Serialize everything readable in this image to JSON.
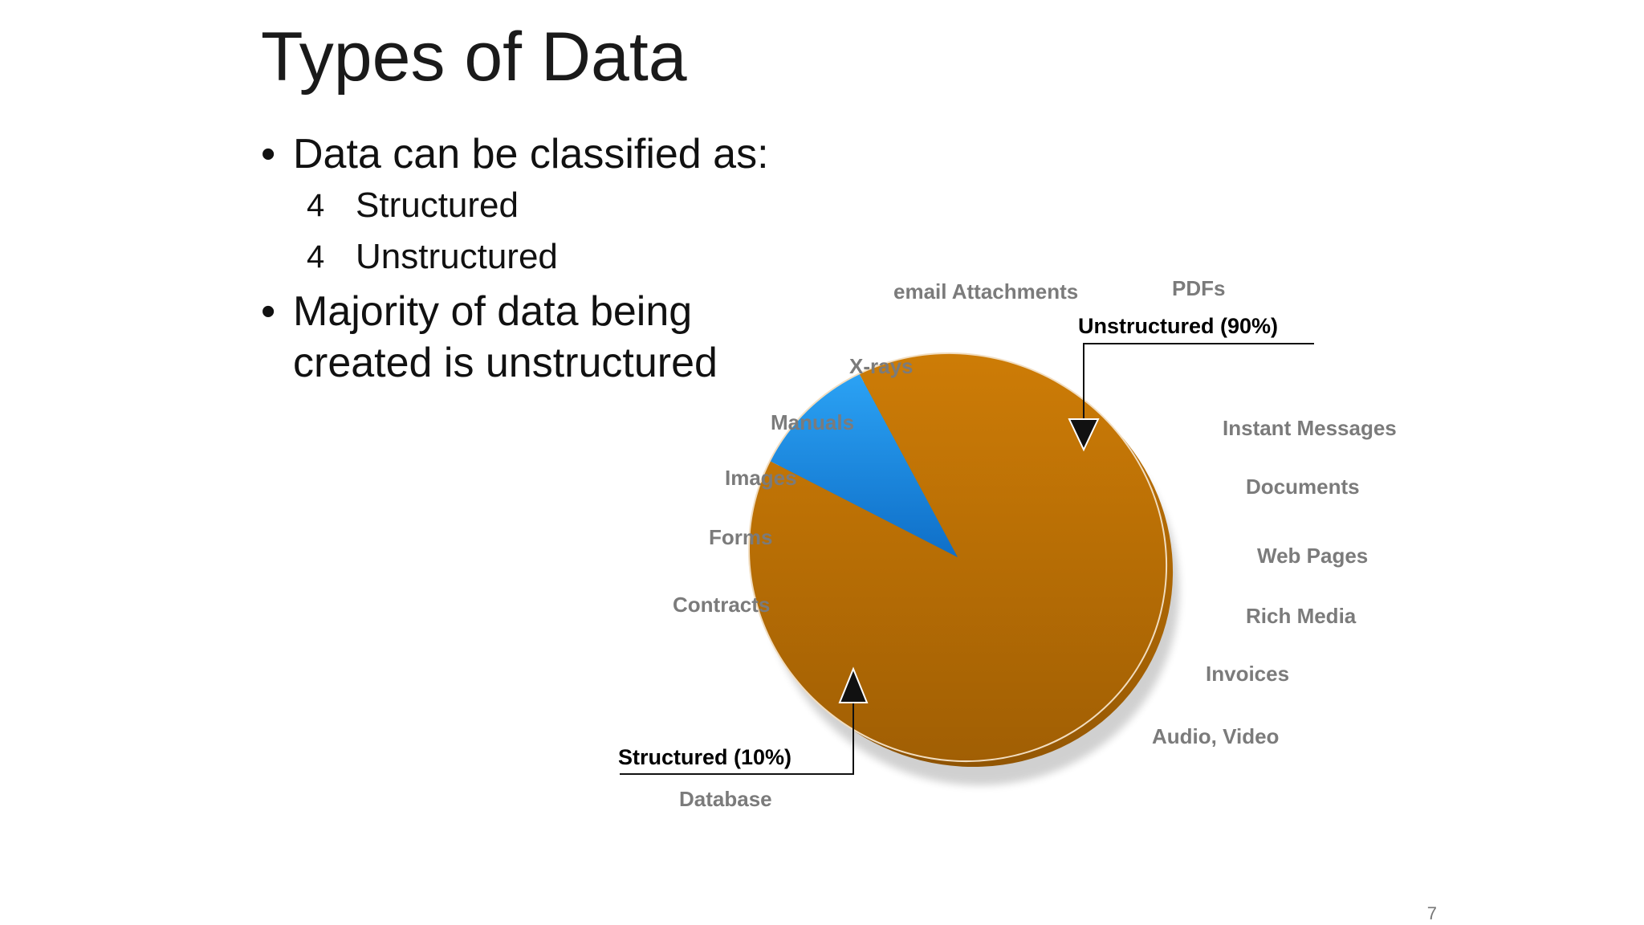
{
  "slide": {
    "title": "Types of Data",
    "bullets": [
      {
        "marker": "•",
        "text": "Data can be classified as:",
        "sub": [
          {
            "marker": "4",
            "text": "Structured"
          },
          {
            "marker": "4",
            "text": "Unstructured"
          }
        ]
      },
      {
        "marker": "•",
        "line1": "Majority of data being",
        "line2": "created is unstructured"
      }
    ],
    "page_number": "7"
  },
  "chart_data": {
    "type": "pie",
    "title": "",
    "slices": [
      {
        "name": "Unstructured",
        "value": 90,
        "label": "Unstructured  (90%)",
        "color": "#c97a0b"
      },
      {
        "name": "Structured",
        "value": 10,
        "label": "Structured  (10%)",
        "color": "#1e90e6"
      }
    ],
    "category_labels": [
      "email Attachments",
      "PDFs",
      "X-rays",
      "Manuals",
      "Images",
      "Forms",
      "Contracts",
      "Database",
      "Instant Messages",
      "Documents",
      "Web Pages",
      "Rich Media",
      "Invoices",
      "Audio, Video"
    ]
  }
}
